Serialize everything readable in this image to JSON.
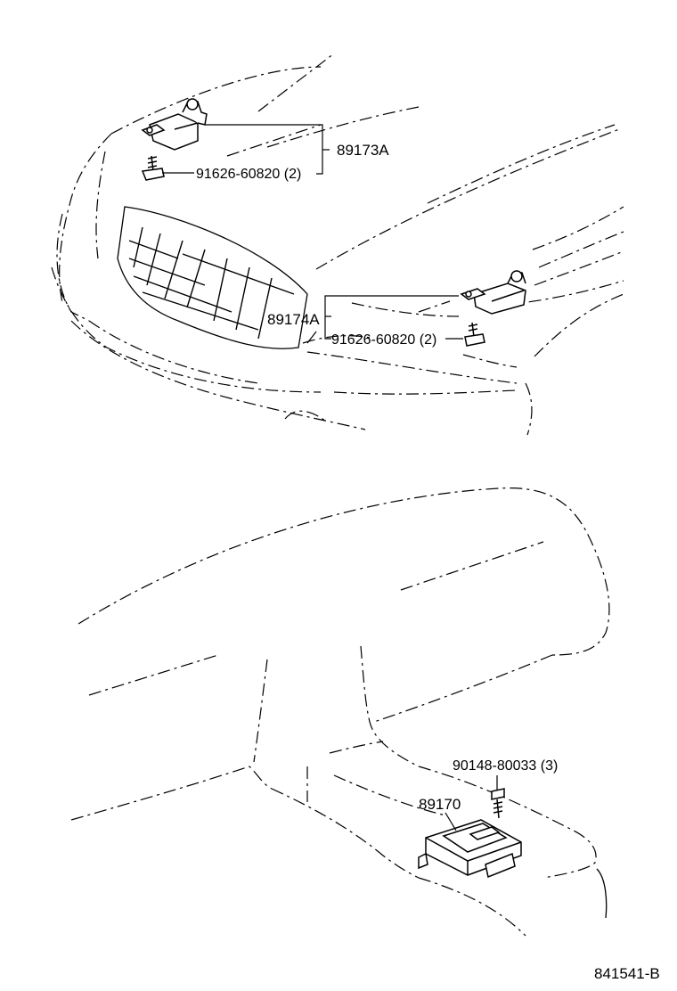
{
  "parts": {
    "front_sensor_set": "89173A",
    "front_sensor_set_bolt": "91626-60820 (2)",
    "front_sensor_right": "89174A",
    "front_sensor_right_bolt": "91626-60820 (2)",
    "center_airbag_sensor": "89170",
    "center_sensor_screw": "90148-80033 (3)"
  },
  "diagram_code": "841541-B"
}
